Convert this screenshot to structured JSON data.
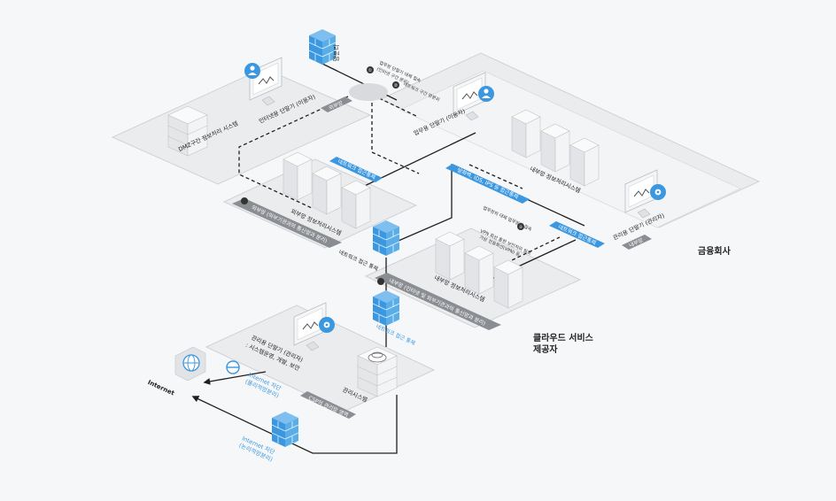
{
  "diagram": {
    "labels": {
      "financial_company": "금융회사",
      "cloud_provider_line1": "클라우드 서비스",
      "cloud_provider_line2": "제공자",
      "internet": "Internet",
      "logical_separation": "망분리",
      "dmz_system": "DMZ구간 정보처리 시스템",
      "internet_pc": "인터넷용 단말기 (이용자)",
      "external_net": "외부망",
      "work_pc": "업무용 단말기 (이용자)",
      "internal_system_fin": "내부망 정보처리시스템",
      "admin_pc_fin": "관리용 단말기 (관리자)",
      "internal_net": "내부망",
      "external_system": "외부망 정보처리시스템",
      "external_band": "외부망 (외부기관과의 통신망과 분리)",
      "nac_fw1": "네트워크 접근통제",
      "firewall_ids_ips": "방화벽, IDS, IPS 등 접근통제",
      "nac_fw2": "네트워크 접근통제",
      "nac_under_fw": "네트워크 접근 통제",
      "cloud_internal_system": "내부망 정보처리시스템",
      "cloud_band": "내부망 (인터넷 및 외부기관과의 통신망과 분리)",
      "nac_cloud": "네트워크 접근 통제",
      "admin_pc_cloud": "관리용 단말기 (관리자)",
      "admin_pc_cloud_note": ": 시스템운영, 개발, 보안",
      "mgmt_system": "관리시스템",
      "csp_zone": "CSP의 관리망 영역",
      "internet_block1": "Internet 차단",
      "internet_block1_sub": "(물리적망분리)",
      "internet_block2": "Internet 차단",
      "internet_block2_sub": "(논리적망분리)"
    },
    "notes": {
      "note1_marker": "①",
      "note1": "업무망 단말기 대체 접속",
      "note1_line2": "(인터넷 구간 분리)",
      "note2_marker": "②",
      "note2": "네트워크 구간 망분리",
      "note3_marker": "③",
      "note3": "업무망의 대체 업무망간 접속",
      "note3_line2": "VPN 회선 통한 보안처리 필요",
      "note3_line3": "가상 전용회선(VPN) 등"
    },
    "colors": {
      "accent": "#3a97e0",
      "band": "#8a8d92",
      "zone": "#e9eaec",
      "zone_edge": "#cfd2d6",
      "line": "#1f1f1f"
    }
  }
}
